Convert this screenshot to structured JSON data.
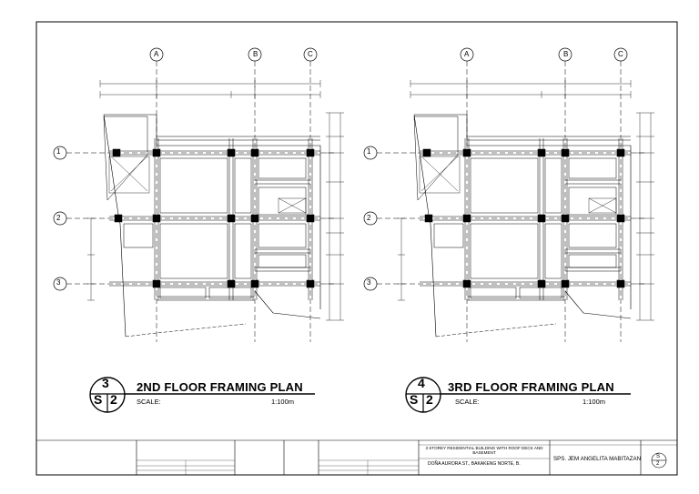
{
  "plans": [
    {
      "title": "2ND FLOOR FRAMING PLAN",
      "scale_label": "SCALE:",
      "scale_value": "1:100m",
      "detail_number": "3",
      "sheet_ref": "S",
      "sheet_num": "2"
    },
    {
      "title": "3RD FLOOR FRAMING PLAN",
      "scale_label": "SCALE:",
      "scale_value": "1:100m",
      "detail_number": "4",
      "sheet_ref": "S",
      "sheet_num": "2"
    }
  ],
  "grid": {
    "columns": [
      "A",
      "B",
      "C"
    ],
    "rows": [
      "1",
      "2",
      "3"
    ]
  },
  "title_block": {
    "project": "3 STOREY RESIDENTIAL BUILDING WITH ROOF DECK AND BASEMENT",
    "location": "DOÑA AURORA ST., BAKAKENG NORTE, B.",
    "owner": "SPS. JEM ANGELITA MABITAZAN",
    "sheet_letter": "S",
    "sheet_number": "2"
  },
  "colors": {
    "line": "#000000",
    "paper": "#ffffff"
  }
}
